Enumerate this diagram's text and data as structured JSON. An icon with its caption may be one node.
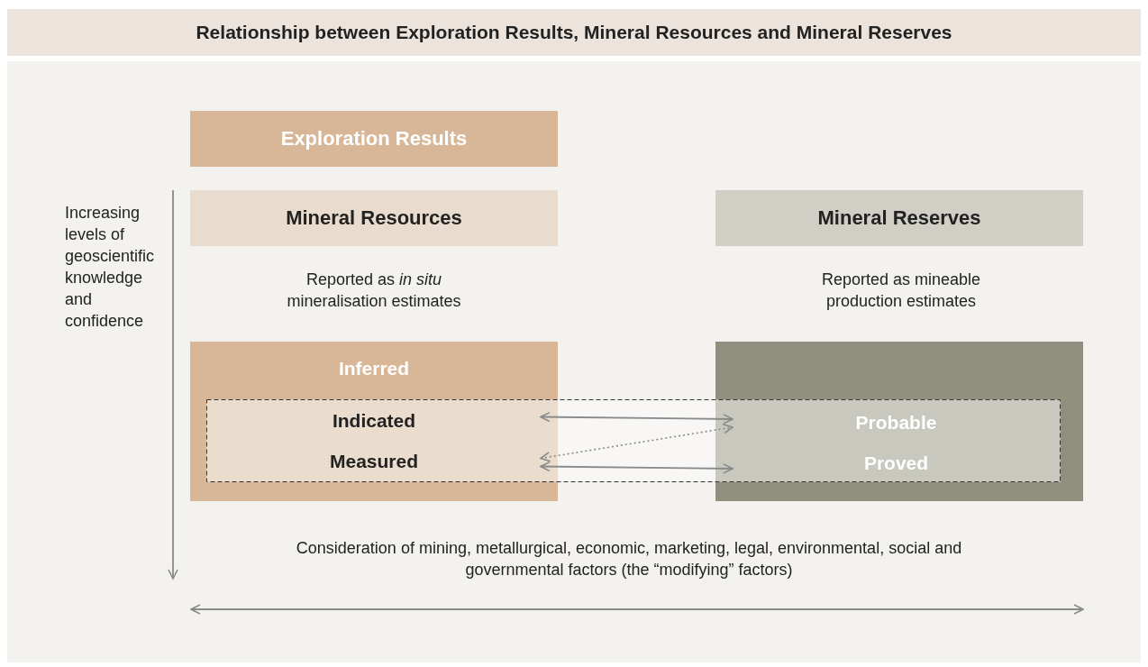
{
  "diagram": {
    "title": "Relationship between Exploration Results, Mineral Resources and Mineral Reserves",
    "nodes": [
      {
        "text": [
          "Exploration Results"
        ]
      },
      {
        "text": [
          "Mineral Resources"
        ]
      },
      {
        "text": [
          "Mineral Reserves"
        ]
      },
      {
        "text": [
          "Inferred"
        ]
      },
      {
        "text": [
          "Indicated"
        ],
        "in": 3
      },
      {
        "text": [
          "Measured"
        ],
        "in": 3
      },
      {
        "text": [],
        "shape": "box"
      },
      {
        "text": [
          "Probable"
        ],
        "in": 6
      },
      {
        "text": [
          "Proved"
        ],
        "in": 6
      }
    ],
    "edges": [
      {
        "from": 4,
        "to": 7,
        "arrow": "both"
      },
      {
        "from": 5,
        "to": 7,
        "arrow": "both",
        "style": "dashed"
      },
      {
        "from": 5,
        "to": 8,
        "arrow": "both"
      }
    ],
    "labels": [
      "Increasing levels of geoscientific knowledge and confidence",
      "Reported as *in situ* mineralisation estimates",
      "Reported as mineable production estimates",
      "Consideration of mining, metallurgical, economic, marketing, legal, environmental, social and governmental factors (the “modifying” factors)"
    ]
  }
}
